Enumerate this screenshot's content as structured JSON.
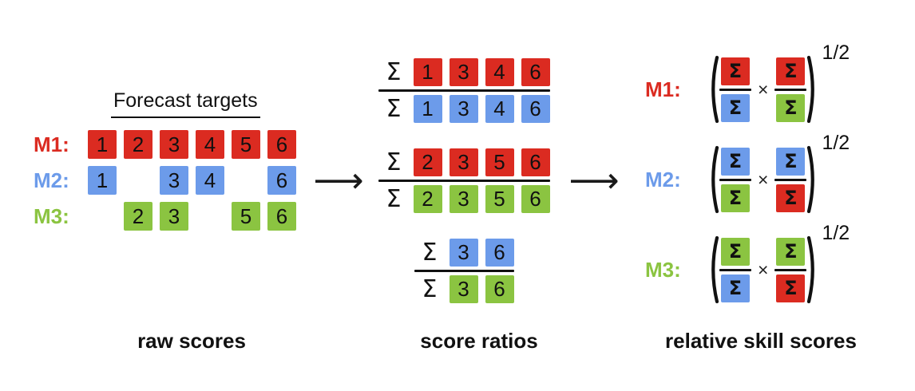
{
  "palette": {
    "red": "#DB2B21",
    "blue": "#6C9BEA",
    "green": "#8BC441",
    "ink": "#111111"
  },
  "left_panel": {
    "title": "Forecast targets",
    "caption": "raw scores",
    "num_columns": 6,
    "rows": [
      {
        "label": "M1:",
        "color": "red",
        "cells": [
          {
            "col": 1,
            "value": "1"
          },
          {
            "col": 2,
            "value": "2"
          },
          {
            "col": 3,
            "value": "3"
          },
          {
            "col": 4,
            "value": "4"
          },
          {
            "col": 5,
            "value": "5"
          },
          {
            "col": 6,
            "value": "6"
          }
        ]
      },
      {
        "label": "M2:",
        "color": "blue",
        "cells": [
          {
            "col": 1,
            "value": "1"
          },
          {
            "col": 3,
            "value": "3"
          },
          {
            "col": 4,
            "value": "4"
          },
          {
            "col": 6,
            "value": "6"
          }
        ]
      },
      {
        "label": "M3:",
        "color": "green",
        "cells": [
          {
            "col": 2,
            "value": "2"
          },
          {
            "col": 3,
            "value": "3"
          },
          {
            "col": 5,
            "value": "5"
          },
          {
            "col": 6,
            "value": "6"
          }
        ]
      }
    ]
  },
  "middle_panel": {
    "caption": "score ratios",
    "sigma": "Σ",
    "ratios": [
      {
        "numerator": {
          "color": "red",
          "values": [
            "1",
            "3",
            "4",
            "6"
          ]
        },
        "denominator": {
          "color": "blue",
          "values": [
            "1",
            "3",
            "4",
            "6"
          ]
        }
      },
      {
        "numerator": {
          "color": "red",
          "values": [
            "2",
            "3",
            "5",
            "6"
          ]
        },
        "denominator": {
          "color": "green",
          "values": [
            "2",
            "3",
            "5",
            "6"
          ]
        }
      },
      {
        "numerator": {
          "color": "blue",
          "values": [
            "3",
            "6"
          ]
        },
        "denominator": {
          "color": "green",
          "values": [
            "3",
            "6"
          ]
        }
      }
    ]
  },
  "right_panel": {
    "caption": "relative skill scores",
    "sigma": "Σ",
    "times": "×",
    "exponent": "1/2",
    "open_paren": "(",
    "close_paren": ")",
    "formulas": [
      {
        "label": "M1:",
        "color": "red",
        "fractions": [
          {
            "num": "red",
            "den": "blue"
          },
          {
            "num": "red",
            "den": "green"
          }
        ]
      },
      {
        "label": "M2:",
        "color": "blue",
        "fractions": [
          {
            "num": "blue",
            "den": "green"
          },
          {
            "num": "blue",
            "den": "red"
          }
        ]
      },
      {
        "label": "M3:",
        "color": "green",
        "fractions": [
          {
            "num": "green",
            "den": "blue"
          },
          {
            "num": "green",
            "den": "red"
          }
        ]
      }
    ]
  },
  "arrows": {
    "glyph": "⟶"
  }
}
